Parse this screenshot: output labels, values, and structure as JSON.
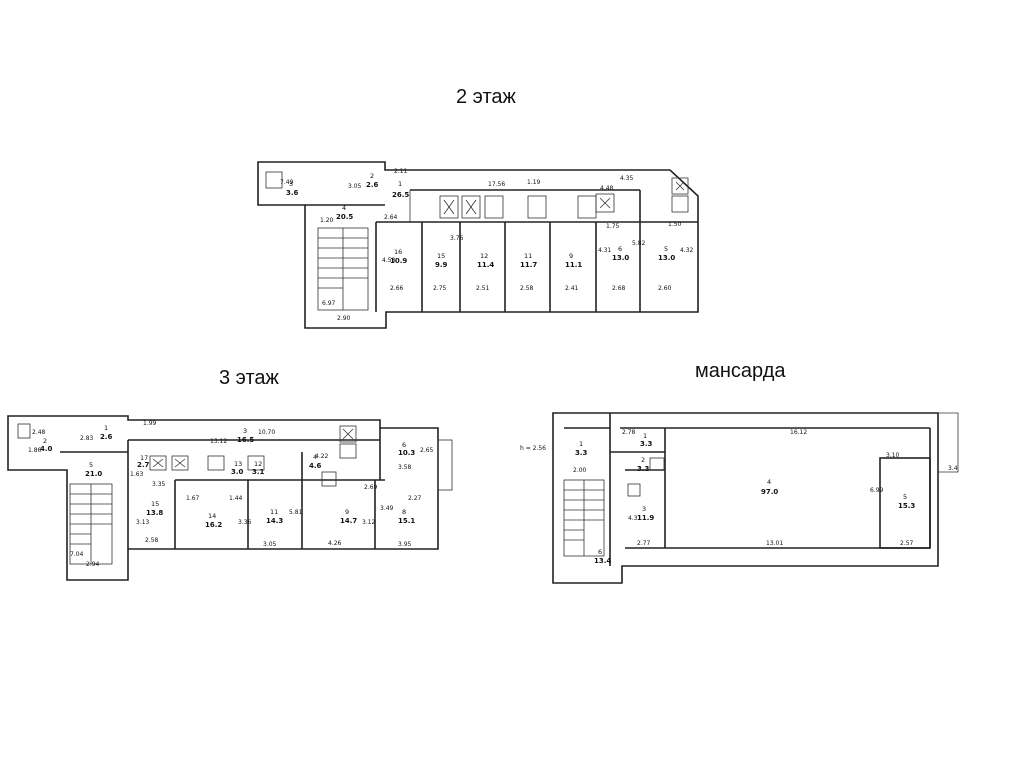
{
  "titles": {
    "floor2": "2 этаж",
    "floor3": "3 этаж",
    "attic": "мансарда"
  },
  "floor2": {
    "rooms": [
      {
        "n": "1",
        "a": "26.5"
      },
      {
        "n": "2",
        "a": "2.6"
      },
      {
        "n": "3",
        "a": "3.6"
      },
      {
        "n": "4",
        "a": "20.5"
      },
      {
        "n": "16",
        "a": "10.9"
      },
      {
        "n": "15",
        "a": "9.9"
      },
      {
        "n": "12",
        "a": "11.4"
      },
      {
        "n": "11",
        "a": "11.7"
      },
      {
        "n": "9",
        "a": "11.1"
      },
      {
        "n": "6",
        "a": "13.0"
      },
      {
        "n": "5",
        "a": "13.0"
      }
    ],
    "dims": [
      "7.49",
      "3.05",
      "2.11",
      "17.56",
      "4.35",
      "4.48",
      "2.64",
      "1.20",
      "4.58",
      "6.97",
      "2.90",
      "2.66",
      "2.75",
      "2.51",
      "2.58",
      "2.41",
      "2.68",
      "2.60",
      "3.76",
      "4.31",
      "5.82",
      "4.32",
      "1.50",
      "1.75",
      "1.19"
    ]
  },
  "floor3": {
    "rooms": [
      {
        "n": "1",
        "a": "2.6"
      },
      {
        "n": "2",
        "a": "4.0"
      },
      {
        "n": "3",
        "a": "16.5"
      },
      {
        "n": "4",
        "a": "4.6"
      },
      {
        "n": "5",
        "a": "21.0"
      },
      {
        "n": "6",
        "a": "10.3"
      },
      {
        "n": "8",
        "a": "15.1"
      },
      {
        "n": "9",
        "a": "14.7"
      },
      {
        "n": "11",
        "a": "14.3"
      },
      {
        "n": "14",
        "a": "16.2"
      },
      {
        "n": "15",
        "a": "13.8"
      },
      {
        "n": "17",
        "a": "2.7"
      },
      {
        "n": "13",
        "a": "3.0"
      },
      {
        "n": "12",
        "a": "3.1"
      }
    ],
    "dims": [
      "2.48",
      "1.86",
      "2.83",
      "1.99",
      "13.12",
      "10.70",
      "4.22",
      "2.65",
      "3.58",
      "2.27",
      "2.69",
      "1.63",
      "3.35",
      "1.67",
      "1.44",
      "2.58",
      "3.05",
      "4.26",
      "3.95",
      "7.04",
      "2.94",
      "3.13",
      "3.36",
      "5.81",
      "3.12",
      "3.49"
    ]
  },
  "attic": {
    "height": "h = 2.56",
    "rooms": [
      {
        "n": "1",
        "a": "3.3"
      },
      {
        "n": "2",
        "a": "3.3"
      },
      {
        "n": "3",
        "a": "11.9"
      },
      {
        "n": "4",
        "a": "97.0"
      },
      {
        "n": "5",
        "a": "15.3"
      },
      {
        "n": "6",
        "a": "13.4"
      }
    ],
    "dims": [
      "2.78",
      "16.12",
      "3.10",
      "3.4",
      "2.00",
      "2.77",
      "13.01",
      "2.57",
      "6.99",
      "4.31"
    ]
  }
}
